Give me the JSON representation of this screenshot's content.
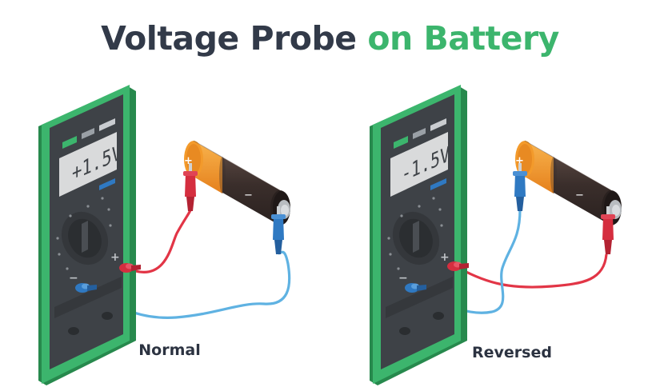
{
  "title": {
    "part1": "Voltage Probe",
    "part2": "on Battery"
  },
  "panels": [
    {
      "caption": "Normal",
      "display": "+1.5V",
      "terminals": {
        "top": "+",
        "bottom": "−"
      },
      "meter_signs": {
        "pos": "+",
        "neg": "−"
      }
    },
    {
      "caption": "Reversed",
      "display": "-1.5V",
      "terminals": {
        "top": "+",
        "bottom": "−"
      },
      "meter_signs": {
        "pos": "+",
        "neg": "−"
      }
    }
  ],
  "colors": {
    "title_dark": "#323a49",
    "title_green": "#3cb56d",
    "meter_case": "#3cb56d",
    "meter_face": "#3e4247",
    "lcd": "#d9dadb",
    "battery_body": "#3a2e2b",
    "battery_cap": "#f39a2b",
    "red_probe": "#d52e3f",
    "blue_probe": "#2f79c2",
    "wire_red": "#e23546",
    "wire_blue": "#5fb2e2"
  }
}
